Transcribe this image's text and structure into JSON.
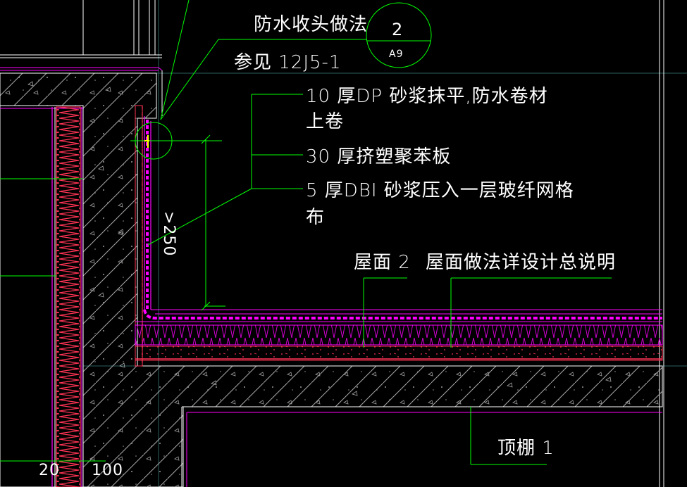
{
  "callout": {
    "title": "防水收头做法",
    "ref": "参见 12J5-1",
    "detail_number": "2",
    "detail_sheet": "A9"
  },
  "layers": {
    "layer1_line1": "10  厚DP 砂浆抹平,防水卷材",
    "layer1_line2": "上卷",
    "layer2": "30  厚挤塑聚苯板",
    "layer3_line1": "5 厚DBI 砂浆压入一层玻纤网格",
    "layer3_line2": "布"
  },
  "roof": {
    "label": "屋面 2",
    "note": "屋面做法详设计总说明"
  },
  "ceiling": {
    "label": "顶棚 1"
  },
  "dimensions": {
    "upturn": ">250",
    "dim_20": "20",
    "dim_100": "100"
  },
  "colors": {
    "background": "#000000",
    "text": "#ffffff",
    "leader": "#00ff00",
    "hatch": "#b9b9b9",
    "membrane": "#ff00ff",
    "insulation": "#ff3366",
    "insulation_magenta": "#c000c0",
    "outline": "#ff00ff",
    "axis": "#2a5a5a",
    "marker": "#ffff00"
  }
}
